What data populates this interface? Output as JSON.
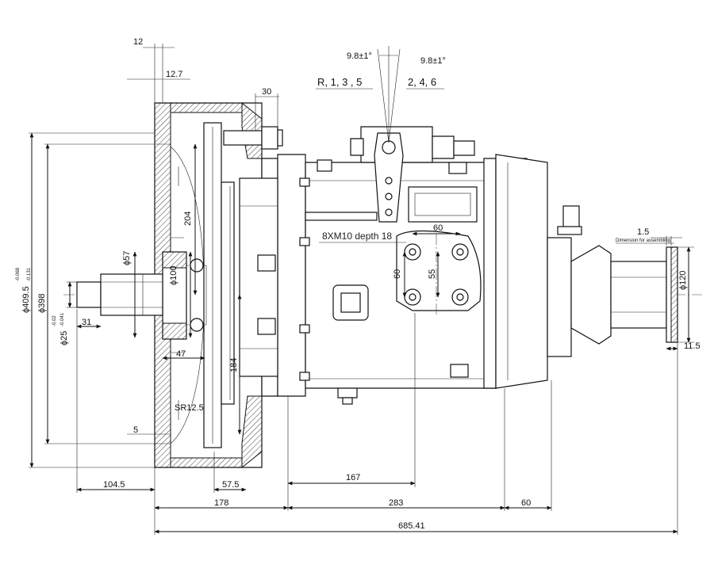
{
  "drawing": {
    "dimensions": {
      "d12": "12",
      "d12_7": "12.7",
      "d30": "30",
      "d9_8_left": "9.8±1°",
      "d9_8_right": "9.8±1°",
      "gears_left": "R, 1, 3 , 5",
      "gears_right": "2, 4, 6",
      "d204": "204",
      "d57": "ϕ57",
      "d100": "ϕ100",
      "d409": "ϕ409.5",
      "d409_tol_upper": "-0.068",
      "d409_tol_lower": "-0.131",
      "d398": "ϕ398",
      "d25": "ϕ25",
      "d25_tol_upper": "-0.02",
      "d25_tol_lower": "-0.041",
      "d31": "31",
      "d47": "47",
      "d184": "184",
      "dSR12_5": "SR12.5",
      "d5": "5",
      "d104_5": "104.5",
      "d57_5": "57.5",
      "d167": "167",
      "d178": "178",
      "d283": "283",
      "d60_bottom": "60",
      "d685": "685.41",
      "thread_note": "8XM10 depth 18",
      "d60_top": "60",
      "d60_side": "60",
      "d55": "55",
      "d1_5": "1.5",
      "assembly_note": "Dimension for assembling",
      "d120": "ϕ120",
      "d11_5": "11.5"
    }
  }
}
